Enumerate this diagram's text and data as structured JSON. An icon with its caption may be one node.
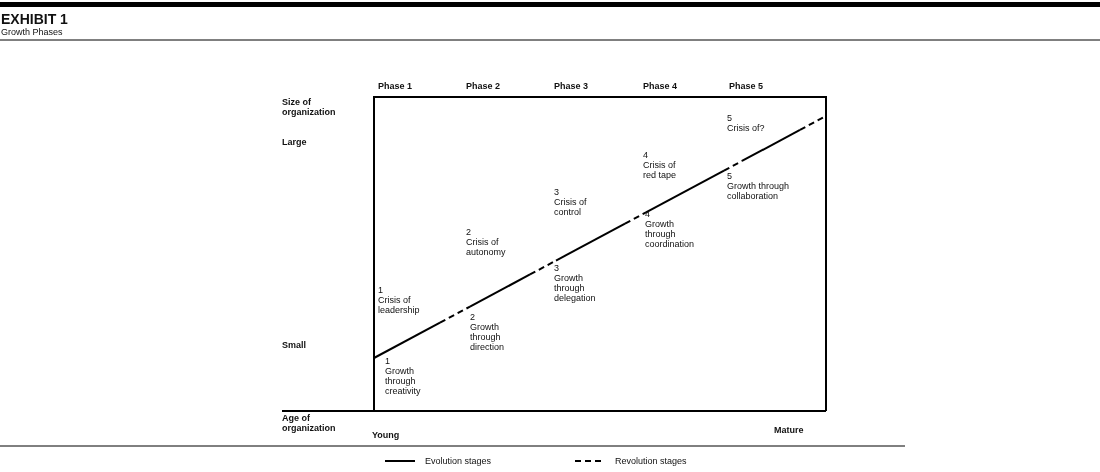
{
  "diagram": {
    "title": "EXHIBIT 1",
    "labels": [
      "Growth Phases",
      "Phase 1",
      "Phase 2",
      "Phase 3",
      "Phase 4",
      "Phase 5",
      "Size of organization",
      "Large",
      "5",
      "Crisis of?",
      "4",
      "Crisis of red tape",
      "3",
      "Crisis of control",
      "5",
      "Growth through collaboration",
      "4",
      "Growth through coordination",
      "2",
      "Crisis of autonomy",
      "3",
      "Growth through delegation",
      "1",
      "Crisis of leadership",
      "2",
      "Growth through direction",
      "Small",
      "1",
      "Growth through creativity",
      "Age of organization",
      "Young",
      "Mature"
    ],
    "legend": [
      {
        "text": "Evolution stages"
      },
      {
        "text": "Revolution stages"
      }
    ]
  }
}
